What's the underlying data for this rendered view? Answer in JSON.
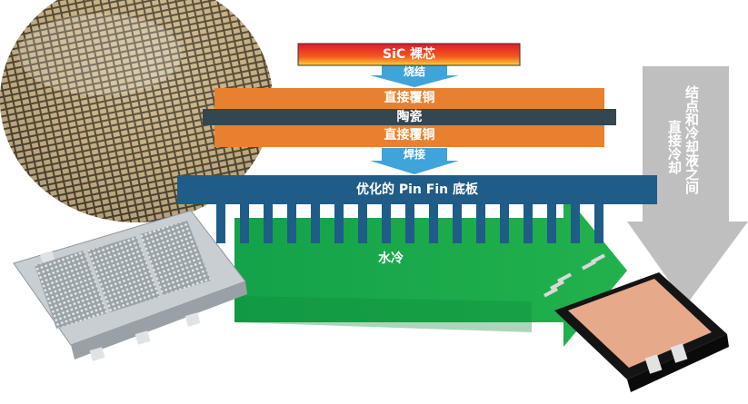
{
  "diagram": {
    "layers": {
      "chip": "SiC 裸芯",
      "sinter": "烧结",
      "dbc_top": "直接覆铜",
      "ceramic": "陶瓷",
      "dbc_bottom": "直接覆铜",
      "solder": "焊接",
      "baseplate": "优化的 Pin Fin 底板"
    },
    "coolant": "水冷",
    "side_arrow": {
      "line1": "结点和冷却液之间",
      "line2": "直接冷却"
    },
    "colors": {
      "copper": "#E7812F",
      "ceramic": "#34464F",
      "baseplate": "#1F5C88",
      "water": "#1BAA4A",
      "gray_arrow": "#BFBFBF",
      "light_arrow": "#3EA4DA"
    },
    "photos": {
      "wafer": "wafer-photo",
      "pinfin_module": "pinfin-module-photo",
      "power_module": "power-module-photo"
    }
  }
}
